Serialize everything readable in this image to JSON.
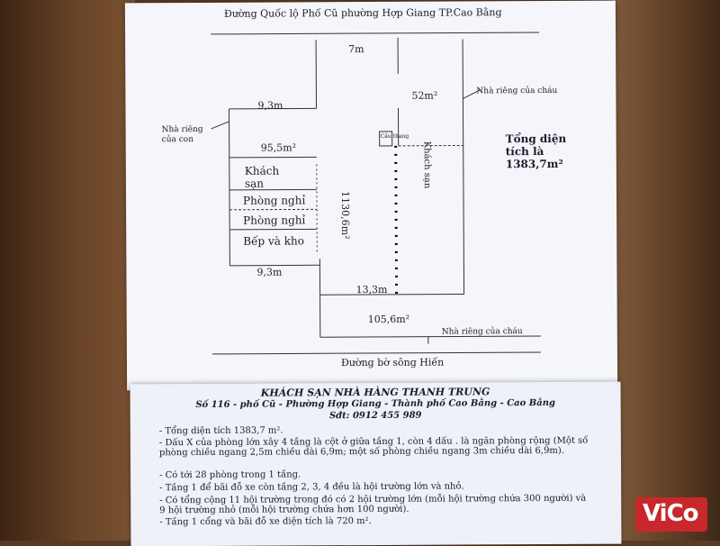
{
  "plan": {
    "top_road": "Đường Quốc lộ Phố Cũ phường Hợp Giang TP.Cao Bằng",
    "bottom_road": "Đường bờ sông Hiến",
    "dim_7m": "7m",
    "area_52": "52m²",
    "neighbor_nephew_top": "Nhà riêng  của cháu",
    "neighbor_son_1": "Nhà riêng",
    "neighbor_son_2": "của con",
    "dim_93_top": "9,3m",
    "area_955": "95,5m²",
    "hotel_right": "Khách sạn",
    "stair": "Cầu thang",
    "total_area_1": "Tổng diện",
    "total_area_2": "tích là",
    "total_area_3": "1383,7m²",
    "room_hotel_1": "Khách",
    "room_hotel_2": "sạn",
    "room_rest_1": "Phòng nghỉ",
    "room_rest_2": "Phòng nghỉ",
    "room_kitchen": "Bếp và kho",
    "area_center": "1130,6m²",
    "dim_93_bottom": "9,3m",
    "dim_133": "13,3m",
    "area_1056": "105,6m²",
    "neighbor_nephew_bottom": "Nhà riêng  của cháu"
  },
  "info": {
    "title": "KHÁCH SẠN NHÀ HÀNG THANH TRUNG",
    "address": "Số 116 - phố Cũ - Phường Hợp Giang - Thành phố Cao Bằng - Cao Bằng",
    "phone": "Sđt: 0912 455 989",
    "bullets": [
      "- Tổng diện tích 1383,7 m².",
      "- Dấu X của phòng lớn xây 4 tầng là cột ở giữa tầng 1, còn 4 dấu . là ngăn phòng rộng (Một số phòng chiều ngang 2,5m chiều dài 6,9m; một số phòng chiều ngang 3m chiều dài 6,9m).",
      "- Có tới 28 phòng trong 1 tầng.",
      "- Tầng 1 để bãi đỗ xe còn tầng 2, 3, 4 đều là hội trường lớn và nhỏ.",
      "- Có tổng cộng 11 hội trường trong đó có 2 hội trường lớn (mỗi hội trường chứa 300 người) và 9 hội trường nhỏ (mỗi hội trường chứa hơn 100 người).",
      "- Tầng 1 cổng và bãi đỗ xe diện tích là 720 m²."
    ]
  },
  "logo": {
    "text": "ViCo",
    "color": "#c8282b"
  }
}
